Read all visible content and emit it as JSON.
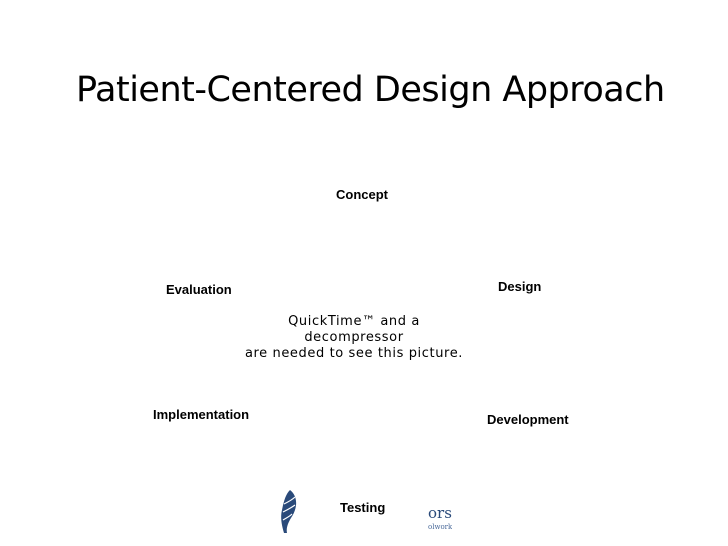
{
  "slide": {
    "title": "Patient-Centered Design Approach"
  },
  "cycle": {
    "stages": {
      "concept": "Concept",
      "design": "Design",
      "development": "Development",
      "testing": "Testing",
      "implementation": "Implementation",
      "evaluation": "Evaluation"
    }
  },
  "placeholder": {
    "line1": "QuickTime™ and a",
    "line2": "decompressor",
    "line3": "are needed to see this picture."
  },
  "logo": {
    "text": "ors",
    "subtext": "olwork",
    "icon": "feather-logo-icon",
    "color": "#2a4a7a"
  }
}
